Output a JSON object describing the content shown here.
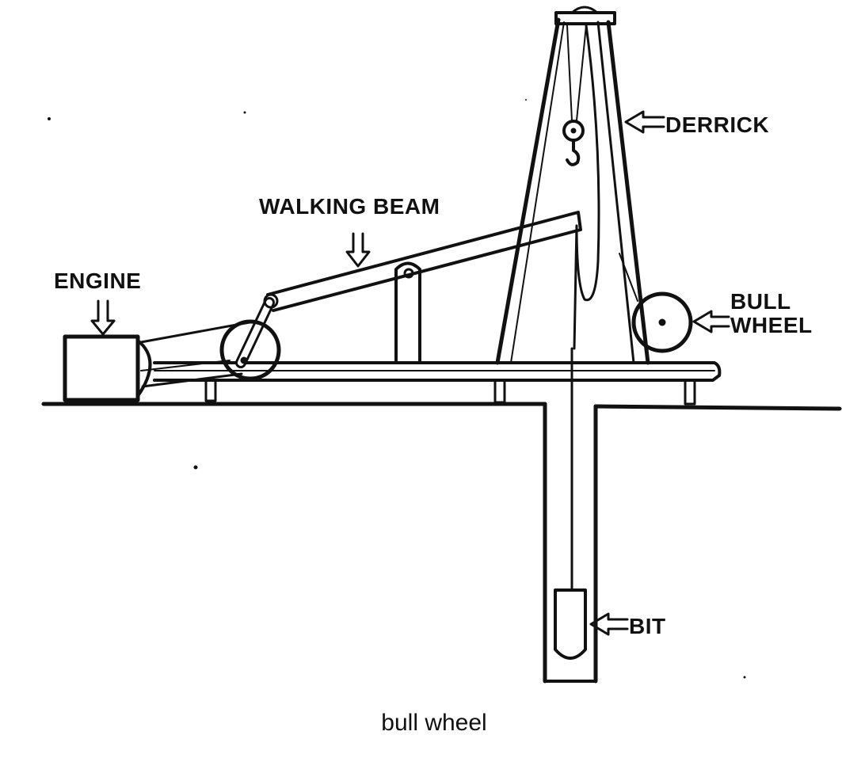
{
  "diagram": {
    "labels": {
      "derrick": "DERRICK",
      "walking_beam": "WALKING BEAM",
      "engine": "ENGINE",
      "bull_line1": "BULL",
      "bull_line2": "WHEEL",
      "bit": "BIT"
    },
    "caption": "bull wheel",
    "colors": {
      "ink": "#111111",
      "paper": "#ffffff"
    }
  }
}
